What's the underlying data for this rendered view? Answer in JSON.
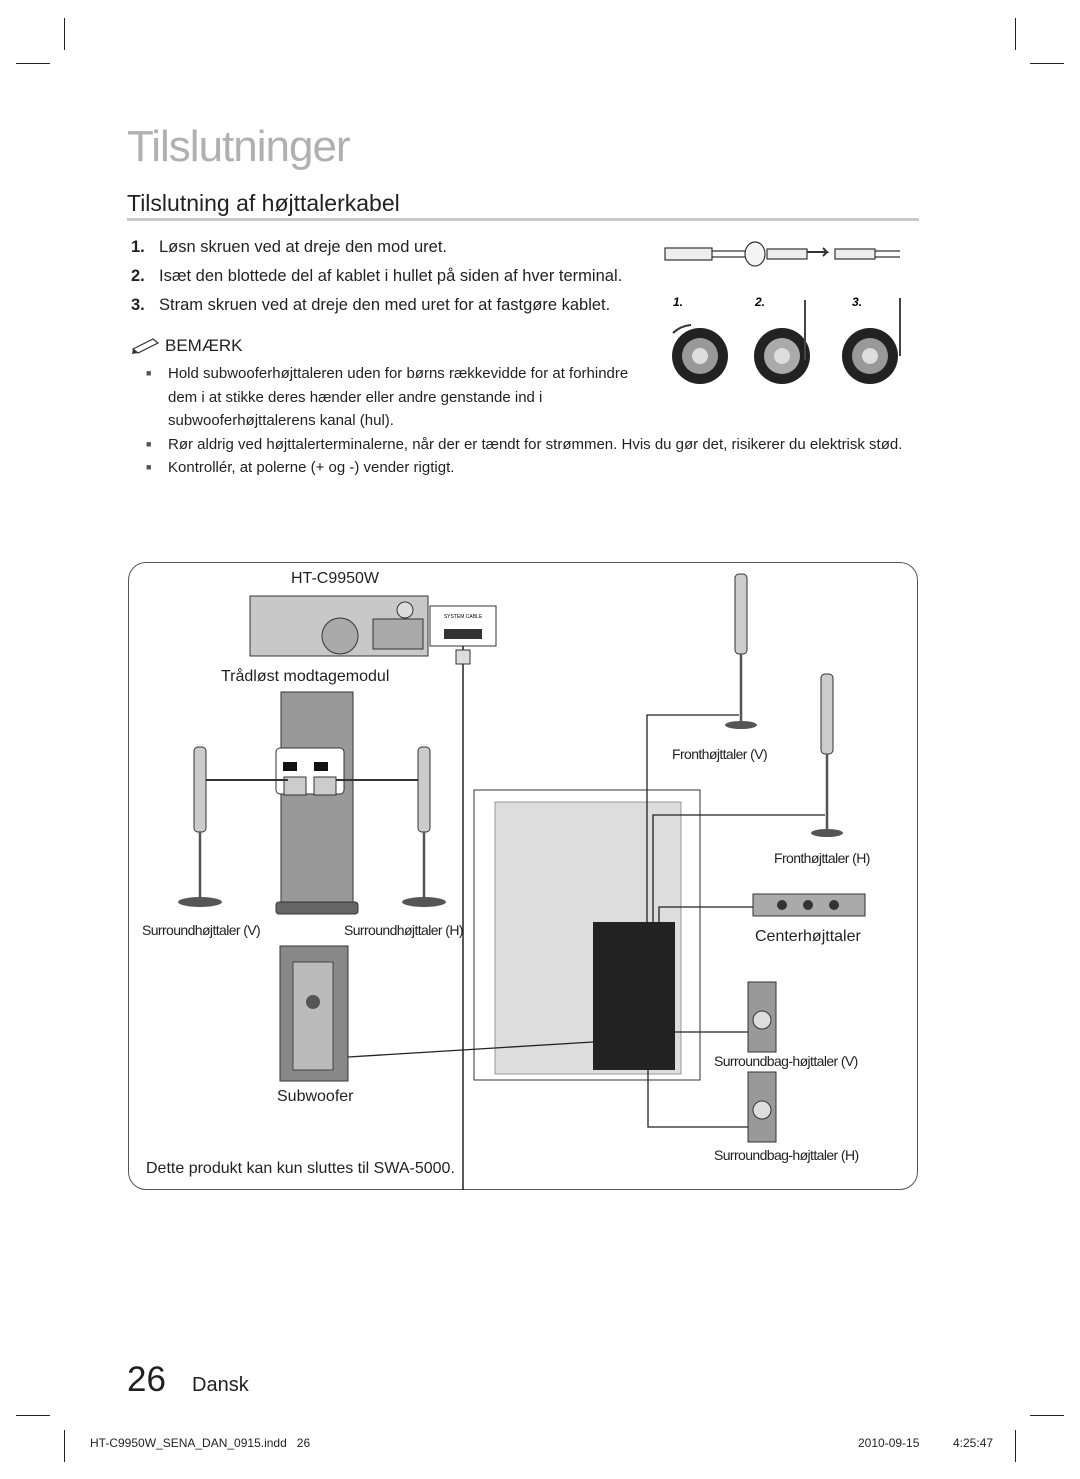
{
  "chapter_title": "Tilslutninger",
  "section_title": "Tilslutning af højttalerkabel",
  "steps": [
    {
      "num": "1.",
      "text": "Løsn skruen ved at dreje den mod uret."
    },
    {
      "num": "2.",
      "text": "Isæt den blottede del af kablet i hullet på siden af hver terminal."
    },
    {
      "num": "3.",
      "text": "Stram skruen ved at dreje den med uret for at fastgøre kablet."
    }
  ],
  "figure_step_labels": [
    "1.",
    "2.",
    "3."
  ],
  "note": {
    "heading": "BEMÆRK",
    "items": [
      "Hold subwooferhøjttaleren uden for børns rækkevidde for at forhindre dem i at stikke deres hænder eller andre genstande ind i subwooferhøjttalerens kanal (hul).",
      "Rør aldrig ved højttalerterminalerne, når der er tændt for strømmen. Hvis du gør det, risikerer du elektrisk stød.",
      "Kontrollér, at polerne (+ og -) vender rigtigt."
    ]
  },
  "diagram": {
    "model": "HT-C9950W",
    "system_cable_label": "SYSTEM CABLE",
    "wireless_module": "Trådløst modtagemodul",
    "front_left": "Fronthøjttaler (V)",
    "front_right": "Fronthøjttaler (H)",
    "center": "Centerhøjttaler",
    "surround_left": "Surroundhøjttaler (V)",
    "surround_right": "Surroundhøjttaler (H)",
    "surround_back_left": "Surroundbag-højttaler (V)",
    "surround_back_right": "Surroundbag-højttaler (H)",
    "subwoofer": "Subwoofer",
    "compat_note": "Dette produkt kan kun sluttes til SWA-5000."
  },
  "page": {
    "number": "26",
    "language": "Dansk"
  },
  "footer": {
    "file": "HT-C9950W_SENA_DAN_0915.indd   26",
    "date": "2010-09-15",
    "time": "4:25:47"
  }
}
